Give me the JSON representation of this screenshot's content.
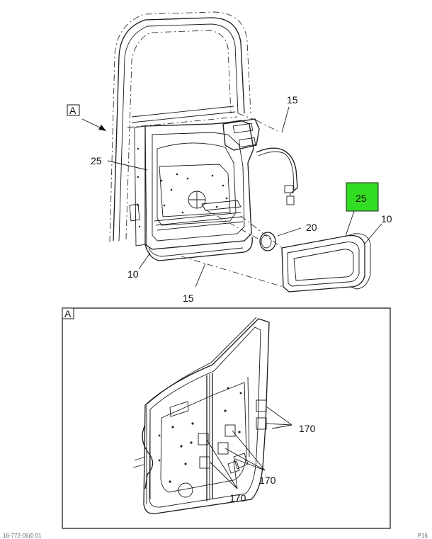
{
  "top_view": {
    "view_tag": "A",
    "callouts": {
      "trim_panel_upper": "15",
      "trim_panel_lower": "15",
      "door_pad_left": "25",
      "door_pad_highlighted": "25",
      "seal_left": "10",
      "seal_right": "10",
      "plug": "20"
    },
    "highlight_color": "#33dd22"
  },
  "detail_view": {
    "view_tag": "A",
    "callouts": {
      "clip_right": "170",
      "clip_center": "170",
      "clip_bottom": "170"
    }
  },
  "footer": {
    "left": "16-772-06(0 01",
    "right": "P16"
  }
}
